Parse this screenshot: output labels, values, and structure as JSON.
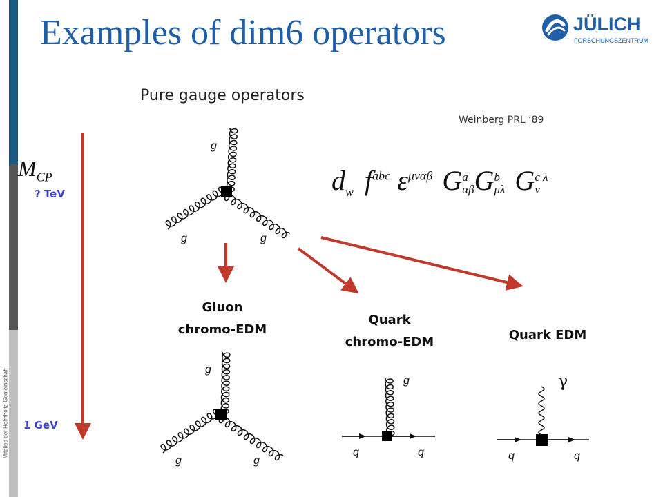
{
  "title": "Examples of dim6 operators",
  "subtitle": "Pure gauge operators",
  "reference": "Weinberg  PRL ‘89",
  "sidebar_text": "Mitglied der Helmholtz-Gemeinschaft",
  "logo": {
    "name": "JÜLICH",
    "sub": "FORSCHUNGSZENTRUM"
  },
  "scale": {
    "high_symbol": "M",
    "high_subscript": "CP",
    "high_value": "? TeV",
    "low_value": "1 GeV"
  },
  "equation": {
    "coeff": "d",
    "coeff_sub": "w",
    "f": "f",
    "f_sup": "abc",
    "eps": "ε",
    "eps_sup": "μναβ",
    "G": "G",
    "g1_sup": "a",
    "g1_sub": "αβ",
    "g2_sup": "b",
    "g2_sub": "μλ",
    "g3_sup": "c",
    "g3_sup2": "λ",
    "g3_sub": "ν"
  },
  "operators": [
    {
      "label_line1": "Gluon",
      "label_line2": "chromo-EDM"
    },
    {
      "label_line1": "Quark",
      "label_line2": "chromo-EDM"
    },
    {
      "label_line1": "Quark EDM",
      "label_line2": ""
    }
  ],
  "particles": {
    "gluon": "g",
    "quark": "q",
    "photon": "γ"
  },
  "colors": {
    "title": "#1f5fa8",
    "arrow": "#c0392b",
    "scale_text": "#3d44c9",
    "logo": "#1f5fa8"
  }
}
